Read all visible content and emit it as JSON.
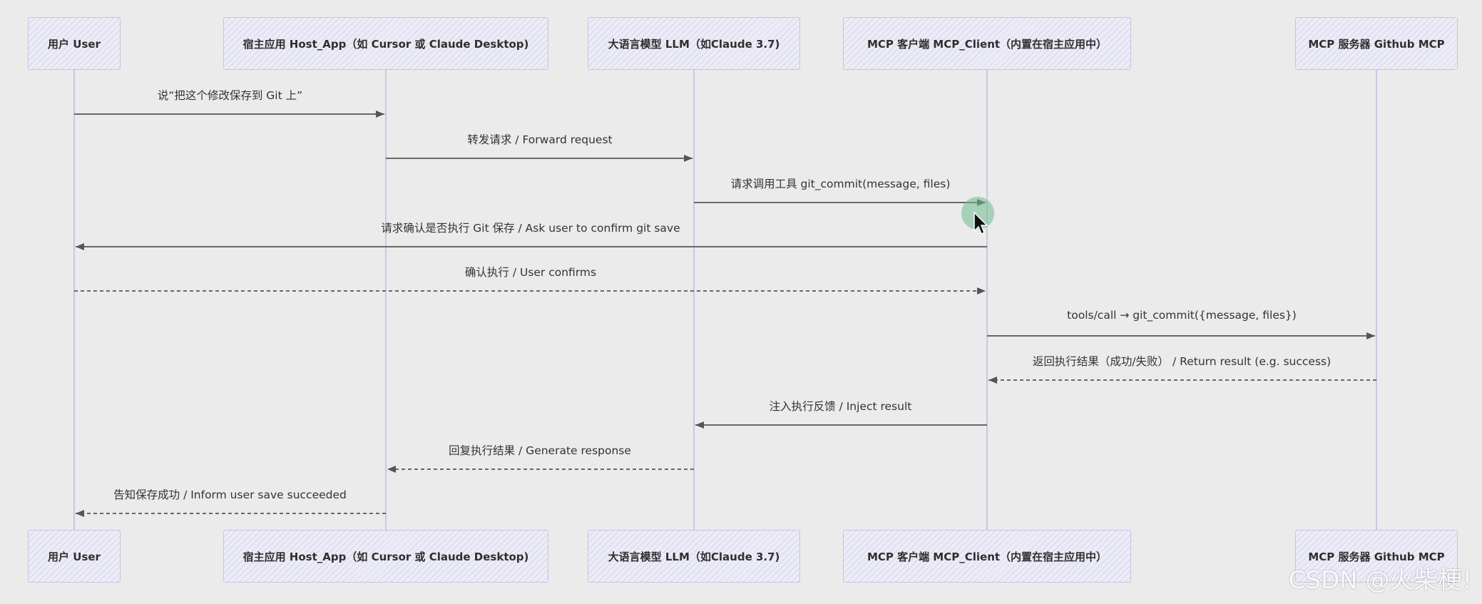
{
  "participants": [
    {
      "id": "user",
      "label": "用户 User"
    },
    {
      "id": "host",
      "label": "宿主应用 Host_App（如 Cursor 或 Claude Desktop)"
    },
    {
      "id": "llm",
      "label": "大语言模型 LLM（如Claude 3.7)"
    },
    {
      "id": "client",
      "label": "MCP 客户端 MCP_Client（内置在宿主应用中）"
    },
    {
      "id": "server",
      "label": "MCP 服务器 Github MCP"
    }
  ],
  "messages": [
    {
      "from": "user",
      "to": "host",
      "style": "solid",
      "label": "说“把这个修改保存到 Git 上”"
    },
    {
      "from": "host",
      "to": "llm",
      "style": "solid",
      "label": "转发请求 / Forward request"
    },
    {
      "from": "llm",
      "to": "client",
      "style": "solid",
      "label": "请求调用工具 git_commit(message, files)"
    },
    {
      "from": "client",
      "to": "user",
      "style": "solid",
      "label": "请求确认是否执行 Git 保存 / Ask user to confirm git save"
    },
    {
      "from": "user",
      "to": "client",
      "style": "dashed",
      "label": "确认执行 / User confirms"
    },
    {
      "from": "client",
      "to": "server",
      "style": "solid",
      "label": "tools/call → git_commit({message, files})"
    },
    {
      "from": "server",
      "to": "client",
      "style": "dashed",
      "label": "返回执行结果（成功/失败） / Return result (e.g. success)"
    },
    {
      "from": "client",
      "to": "llm",
      "style": "solid",
      "label": "注入执行反馈 / Inject result"
    },
    {
      "from": "llm",
      "to": "host",
      "style": "dashed",
      "label": "回复执行结果 / Generate response"
    },
    {
      "from": "host",
      "to": "user",
      "style": "dashed",
      "label": "告知保存成功 / Inform user save succeeded"
    }
  ],
  "watermark": "CSDN @火柴梗!",
  "colors": {
    "background": "#ebebeb",
    "lifeline": "#c9c6e4",
    "arrow": "#555555",
    "box_border": "#c7c3e3"
  }
}
